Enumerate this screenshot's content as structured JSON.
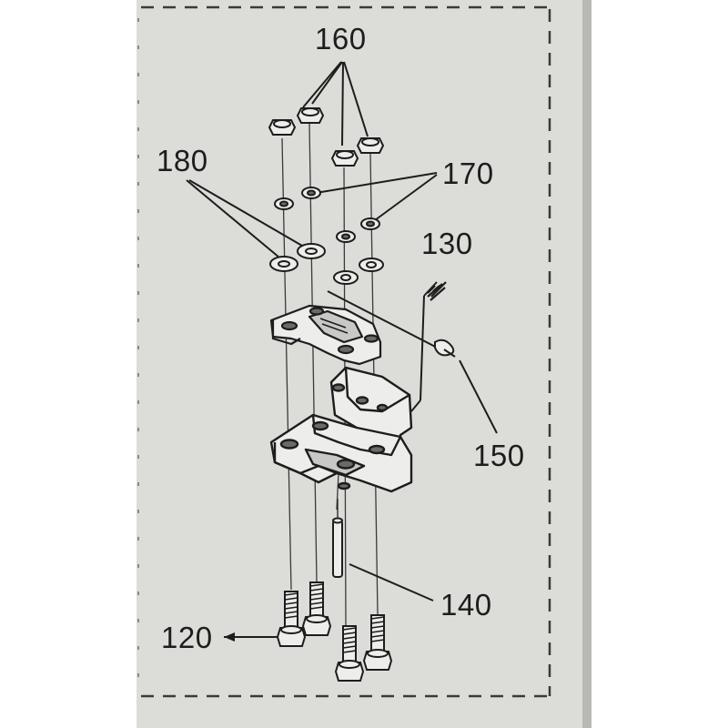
{
  "figure": {
    "callouts": {
      "c160": "160",
      "c180": "180",
      "c170": "170",
      "c130": "130",
      "c150": "150",
      "c140": "140",
      "c120": "120"
    },
    "colors": {
      "paper": "#dcdcd8",
      "ink": "#1d1d1d",
      "part_fill": "#ededec",
      "shadow": "#9a9a98"
    }
  }
}
